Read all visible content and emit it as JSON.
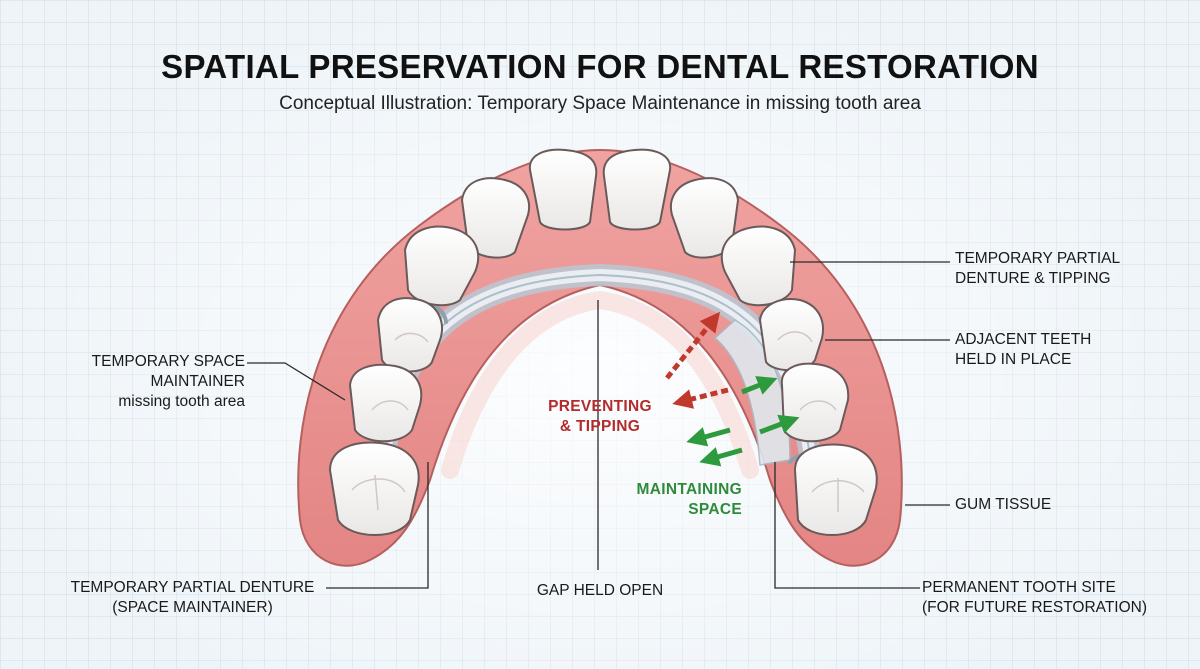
{
  "header": {
    "title": "SPATIAL PRESERVATION FOR DENTAL RESTORATION",
    "subtitle": "Conceptual Illustration: Temporary Space Maintenance in missing tooth area"
  },
  "labels": {
    "left_top": [
      "TEMPORARY SPACE",
      "MAINTAINER",
      "missing tooth area"
    ],
    "left_bottom": [
      "TEMPORARY PARTIAL DENTURE",
      "(SPACE MAINTAINER)"
    ],
    "center_bottom": "GAP HELD OPEN",
    "right_1": [
      "TEMPORARY PARTIAL",
      "DENTURE & TIPPING"
    ],
    "right_2": [
      "ADJACENT TEETH",
      "HELD IN PLACE"
    ],
    "right_3": "GUM TISSUE",
    "right_4": [
      "PERMANENT TOOTH SITE",
      "(FOR FUTURE RESTORATION)"
    ],
    "preventing": [
      "PREVENTING",
      "& TIPPING"
    ],
    "maintaining": [
      "MAINTAINING",
      "SPACE"
    ]
  },
  "colors": {
    "gum": "#e9908f",
    "gum_inner": "#f6c5c2",
    "tooth": "#ffffff",
    "tooth_outline": "#6a5a5a",
    "appliance": "#d7e2ea",
    "arrow_red": "#c0392b",
    "arrow_green": "#2e9a3e"
  }
}
